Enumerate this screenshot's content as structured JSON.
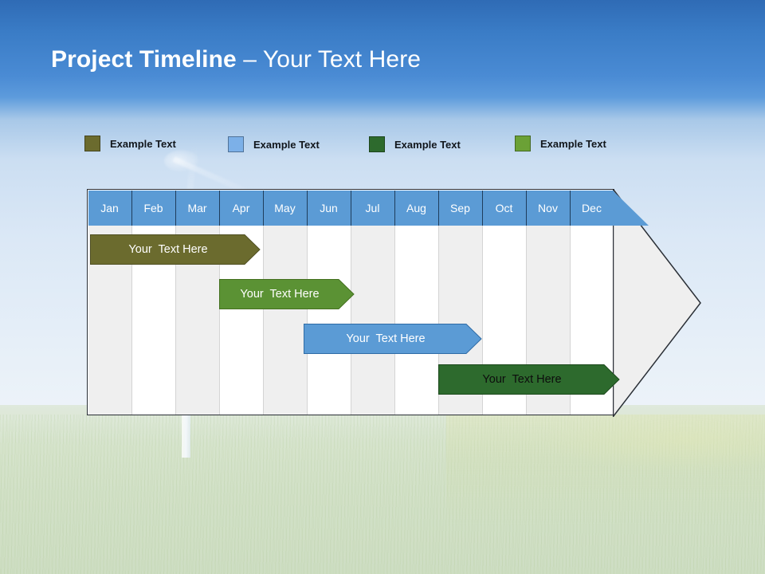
{
  "slide": {
    "title_strong": "Project Timeline",
    "title_light": " – Your Text Here",
    "background_description": "wind-turbine-field-photo"
  },
  "theme": {
    "banner_blue_top": "#2f6bb5",
    "banner_blue_bottom": "#5d9bdc",
    "header_blue": "#5b9bd5",
    "header_divider": "#1f3d5c",
    "stripe_gray": "#efefef",
    "stripe_white": "#ffffff",
    "outline": "#2a2f36",
    "olive": "#6b6b2e",
    "light_green": "#5b9234",
    "blue": "#5b9bd5",
    "dark_green": "#2d6a2d"
  },
  "legend": {
    "items": [
      {
        "label": "Example Text",
        "color": "#6b6b2e",
        "swatch_name": "olive-swatch"
      },
      {
        "label": "Example Text",
        "color": "#5b9bd5",
        "swatch_name": "blue-swatch"
      },
      {
        "label": "Example Text",
        "color": "#2d6a2d",
        "swatch_name": "dark-green-swatch"
      },
      {
        "label": "Example Text",
        "color": "#6ba136",
        "swatch_name": "light-green-swatch"
      }
    ]
  },
  "timeline": {
    "months": [
      "Jan",
      "Feb",
      "Mar",
      "Apr",
      "May",
      "Jun",
      "Jul",
      "Aug",
      "Sep",
      "Oct",
      "Nov",
      "Dec"
    ],
    "bars": [
      {
        "label_part1": "Your",
        "label_part2": "Text Here",
        "fill": "#6b6b2e",
        "stroke": "#4f4f22",
        "text_color": "light",
        "start_month": "Jan",
        "end_month": "Apr"
      },
      {
        "label_part1": "Your",
        "label_part2": "Text Here",
        "fill": "#5b9234",
        "stroke": "#44701f",
        "text_color": "light",
        "start_month": "Apr",
        "end_month": "Jun"
      },
      {
        "label_part1": "Your",
        "label_part2": "Text Here",
        "fill": "#5b9bd5",
        "stroke": "#2f6ca6",
        "text_color": "light",
        "start_month": "Jun",
        "end_month": "Sep"
      },
      {
        "label_part1": "Your",
        "label_part2": "Text Here",
        "fill": "#2d6a2d",
        "stroke": "#1d4a1d",
        "text_color": "dark",
        "start_month": "Sep",
        "end_month": "Dec"
      }
    ]
  },
  "chart_data": {
    "type": "bar",
    "title": "Project Timeline – Your Text Here",
    "categories": [
      "Jan",
      "Feb",
      "Mar",
      "Apr",
      "May",
      "Jun",
      "Jul",
      "Aug",
      "Sep",
      "Oct",
      "Nov",
      "Dec"
    ],
    "xlabel": "",
    "ylabel": "",
    "grid": true,
    "legend_position": "top",
    "series": [
      {
        "name": "Example Text",
        "color": "#6b6b2e",
        "label": "Your  Text Here",
        "start": 0,
        "end": 3.9
      },
      {
        "name": "Example Text",
        "color": "#5b9234",
        "label": "Your  Text Here",
        "start": 3.0,
        "end": 6.1
      },
      {
        "name": "Example Text",
        "color": "#5b9bd5",
        "label": "Your  Text Here",
        "start": 4.9,
        "end": 8.9
      },
      {
        "name": "Example Text",
        "color": "#2d6a2d",
        "label": "Your  Text Here",
        "start": 8.0,
        "end": 12.0
      }
    ]
  }
}
